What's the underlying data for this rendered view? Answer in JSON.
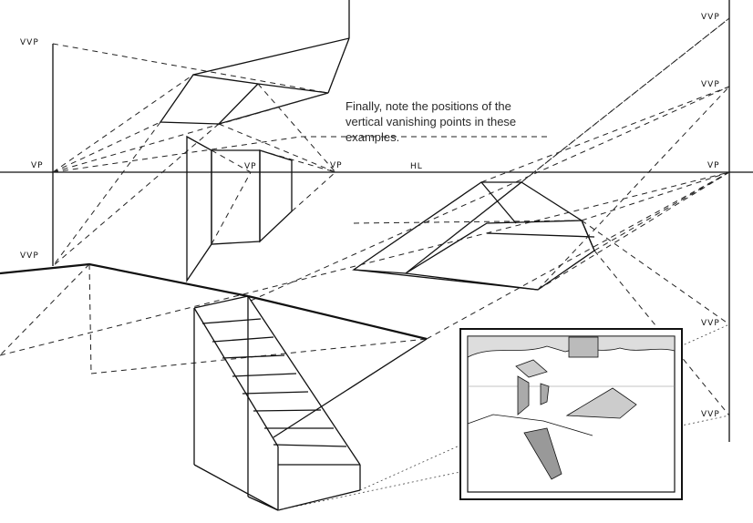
{
  "caption": "Finally, note the positions of the vertical vanishing points in these examples.",
  "labels": {
    "left_vvp_top": "VVP",
    "left_vp": "VP",
    "left_vvp_bottom": "VVP",
    "center_vp_1": "VP",
    "center_vp_2": "VP",
    "horizon": "HL",
    "right_vvp_1": "VVP",
    "right_vvp_2": "VVP",
    "right_vp": "VP",
    "right_vvp_3": "VVP",
    "right_vvp_4": "VVP"
  }
}
